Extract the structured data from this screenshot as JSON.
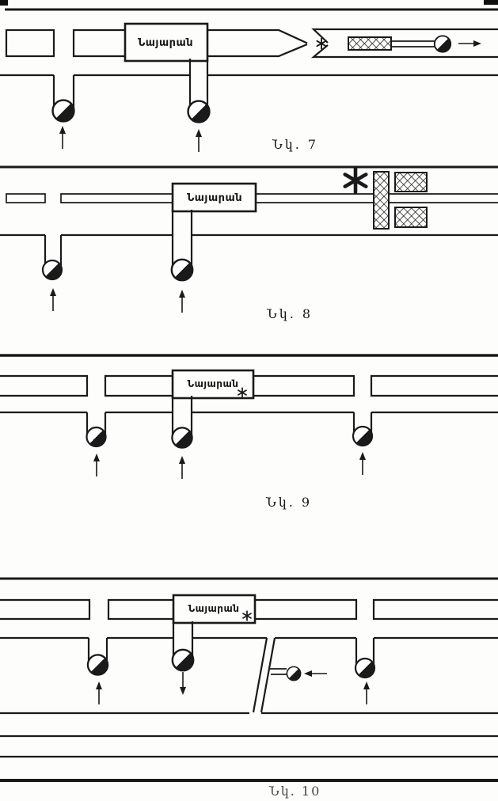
{
  "palette": {
    "paper": "#fdfdfc",
    "ink": "#1a1a1a"
  },
  "icons": {
    "fan": "half-shaded-circle",
    "asterisk": "six-point-star",
    "seal": "crosshatched-block",
    "airflow": "arrow"
  },
  "figures": [
    {
      "caption": "Նկ. 7",
      "station_label": "Նայարան",
      "symbols": {
        "fans": 3,
        "asterisks": 1,
        "hatched_seals": 1,
        "airflow_arrows": [
          "up",
          "up",
          "right"
        ]
      }
    },
    {
      "caption": "Նկ. 8",
      "station_label": "Նայարան",
      "symbols": {
        "fans": 2,
        "asterisks": 1,
        "hatched_seals": 3,
        "airflow_arrows": [
          "up",
          "up"
        ]
      }
    },
    {
      "caption": "Նկ. 9",
      "station_label": "Նայարան",
      "symbols": {
        "fans": 3,
        "asterisks": 1,
        "hatched_seals": 0,
        "airflow_arrows": [
          "up",
          "up",
          "up"
        ]
      }
    },
    {
      "caption": "Նկ. 10",
      "station_label": "Նայարան",
      "symbols": {
        "fans": 4,
        "asterisks": 1,
        "hatched_seals": 0,
        "airflow_arrows": [
          "up",
          "down",
          "left",
          "up"
        ]
      }
    }
  ]
}
